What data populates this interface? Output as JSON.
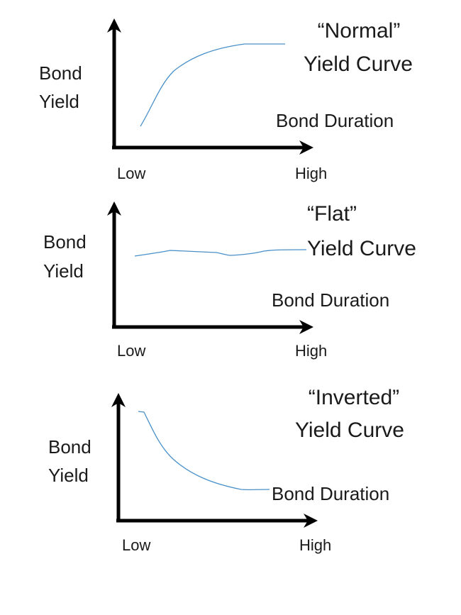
{
  "panels": [
    {
      "id": "normal",
      "title_line1": "“Normal”",
      "title_line2": "Yield Curve",
      "y_axis_label_line1": "Bond",
      "y_axis_label_line2": "Yield",
      "x_axis_label": "Bond Duration",
      "x_tick_low": "Low",
      "x_tick_high": "High"
    },
    {
      "id": "flat",
      "title_line1": "“Flat”",
      "title_line2": "Yield Curve",
      "y_axis_label_line1": "Bond",
      "y_axis_label_line2": "Yield",
      "x_axis_label": "Bond Duration",
      "x_tick_low": "Low",
      "x_tick_high": "High"
    },
    {
      "id": "inverted",
      "title_line1": "“Inverted”",
      "title_line2": "Yield Curve",
      "y_axis_label_line1": "Bond",
      "y_axis_label_line2": "Yield",
      "x_axis_label": "Bond Duration",
      "x_tick_low": "Low",
      "x_tick_high": "High"
    }
  ],
  "colors": {
    "axis": "#000000",
    "curve": "#4a90c8",
    "text": "#1a1a1a"
  }
}
